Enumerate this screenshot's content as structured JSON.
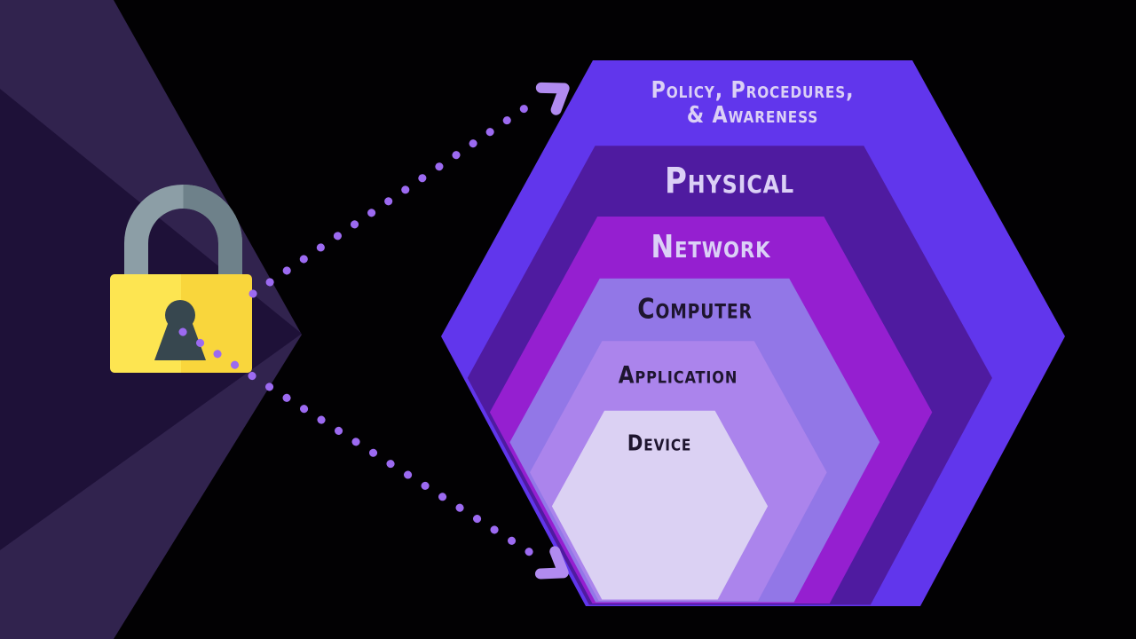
{
  "scene": {
    "background_color": "#020103",
    "description": "Defense-in-depth security layers diagram: padlock pointing to nested hexagon layers"
  },
  "left_graphic": {
    "chevron_color": "#31234E",
    "chevron_dark_color": "#1E1138",
    "lock": {
      "shackle_color_light": "#8C9EA6",
      "shackle_color_dark": "#6E818A",
      "body_color_left": "#FDE551",
      "body_color_right": "#F9D63C",
      "keyhole_color": "#37474F"
    }
  },
  "arrows": {
    "dot_color": "#9C6AF1",
    "head_color": "#B18BF0"
  },
  "diagram": {
    "type": "nested-hexagon-layers",
    "layers": [
      {
        "label": "Policy, Procedures, & Awareness",
        "label_lines": [
          "Policy, Procedures,",
          "& Awareness"
        ],
        "color": "#6136EC",
        "text_color": "#DBD0F6"
      },
      {
        "label": "Physical",
        "label_lines": [
          "Physical"
        ],
        "color": "#4F1BA0",
        "text_color": "#DBD0F6"
      },
      {
        "label": "Network",
        "label_lines": [
          "Network"
        ],
        "color": "#951FD0",
        "text_color": "#DBD0F6"
      },
      {
        "label": "Computer",
        "label_lines": [
          "Computer"
        ],
        "color": "#9277E7",
        "text_color": "#1E152F"
      },
      {
        "label": "Application",
        "label_lines": [
          "Application"
        ],
        "color": "#AB84EC",
        "text_color": "#1E152F"
      },
      {
        "label": "Device",
        "label_lines": [
          "Device"
        ],
        "color": "#DBD1F3",
        "text_color": "#1E152F"
      }
    ]
  }
}
